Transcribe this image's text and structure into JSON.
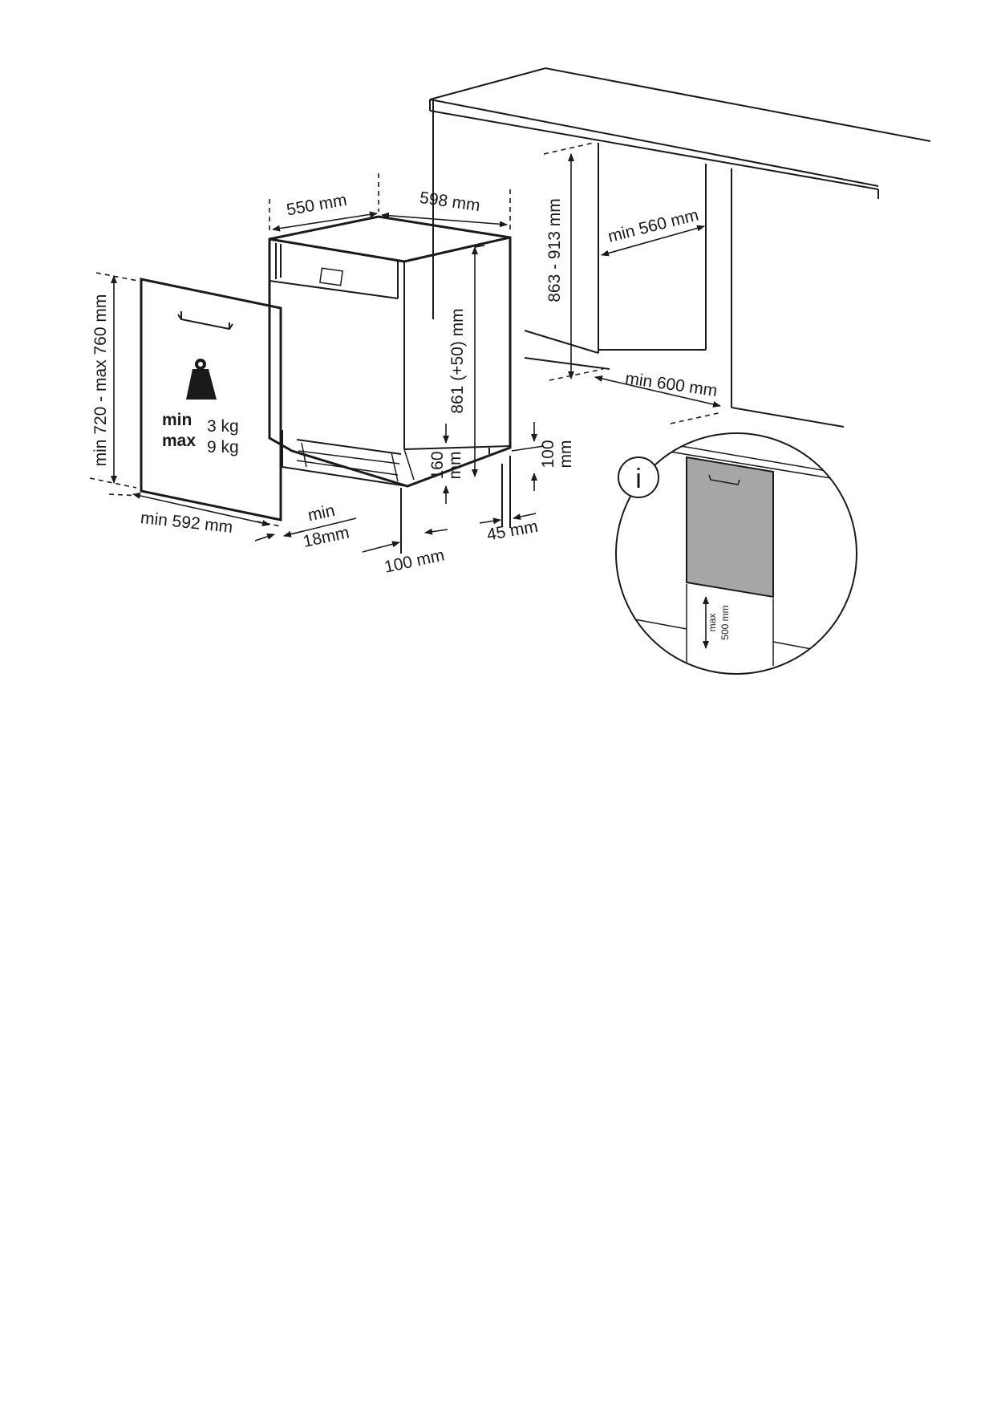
{
  "labels": {
    "depth": "550 mm",
    "width": "598 mm",
    "height_unit": "861 (+50) mm",
    "niche_height": "863 - 913 mm",
    "niche_width": "min 560 mm",
    "niche_depth": "min 600 mm",
    "door_height": "min 720 - max 760 mm",
    "door_width": "min 592 mm",
    "door_thickness_min": "min",
    "door_thickness_val": "18mm",
    "plinth_depth": "100 mm",
    "plinth_height_val": "160",
    "plinth_height_unit": "mm",
    "foot_height_val": "100",
    "foot_height_unit": "mm",
    "foot_offset": "45 mm",
    "weight_min_label": "min",
    "weight_min_value": "3 kg",
    "weight_max_label": "max",
    "weight_max_value": "9 kg",
    "weight_icon_text": "kg",
    "inset_max": "max",
    "inset_value": "500 mm",
    "info_symbol": "i"
  },
  "colors": {
    "line": "#1a1a1a",
    "door_panel_inset": "#a6a6a6",
    "background": "#ffffff"
  },
  "icons": [
    "weight-icon",
    "info-icon"
  ]
}
